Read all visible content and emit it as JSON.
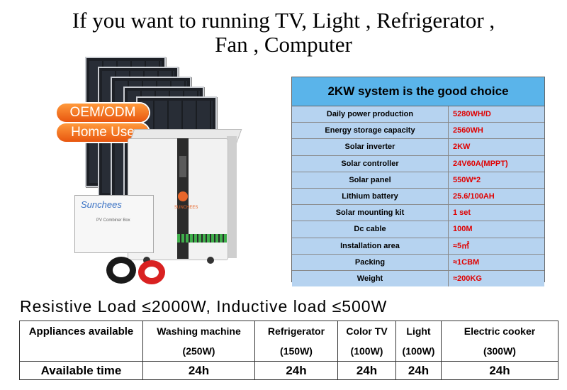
{
  "headline": {
    "line1": "If you want to running TV, Light , Refrigerator ,",
    "line2": "Fan , Computer"
  },
  "product_image": {
    "badges": [
      "OEM/ODM",
      "Home Use"
    ],
    "cabinet_label": "SUNCHEES",
    "combiner_brand": "Sunchees",
    "combiner_sub": "PV Combiner Box"
  },
  "spec_table": {
    "title": "2KW system is the good choice",
    "rows": [
      {
        "label": "Daily power production",
        "value": "5280WH/D"
      },
      {
        "label": "Energy storage capacity",
        "value": "2560WH"
      },
      {
        "label": "Solar inverter",
        "value": "2KW"
      },
      {
        "label": "Solar controller",
        "value": "24V60A(MPPT)"
      },
      {
        "label": "Solar panel",
        "value": "550W*2"
      },
      {
        "label": "Lithium battery",
        "value": "25.6/100AH"
      },
      {
        "label": "Solar mounting kit",
        "value": "1 set"
      },
      {
        "label": "Dc cable",
        "value": "100M"
      },
      {
        "label": "Installation area",
        "value": "≈5㎡"
      },
      {
        "label": "Packing",
        "value": "≈1CBM"
      },
      {
        "label": "Weight",
        "value": "≈200KG"
      }
    ],
    "colors": {
      "header": "#5ab4ea",
      "cell": "#b6d3f0",
      "value_text": "#e00000"
    }
  },
  "load_line": "Resistive Load ≤2000W,   Inductive load ≤500W",
  "appliance_table": {
    "row1_label": "Appliances available",
    "row2_label": "Available time",
    "columns": [
      {
        "name": "Washing machine",
        "watt": "(250W)",
        "time": "24h"
      },
      {
        "name": "Refrigerator",
        "watt": "(150W)",
        "time": "24h"
      },
      {
        "name": "Color TV",
        "watt": "(100W)",
        "time": "24h"
      },
      {
        "name": "Light",
        "watt": "(100W)",
        "time": "24h"
      },
      {
        "name": "Electric cooker",
        "watt": "(300W)",
        "time": "24h"
      }
    ]
  }
}
